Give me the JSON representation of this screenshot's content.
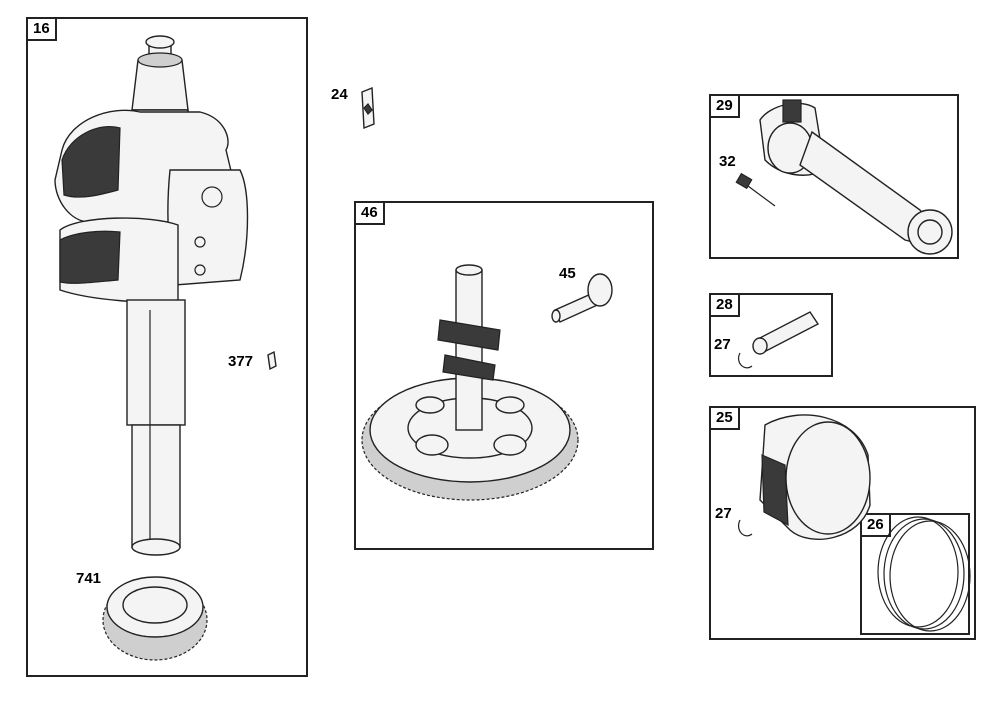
{
  "callouts": {
    "crankshaft_box": "16",
    "key_24": "24",
    "key_377": "377",
    "gear_741": "741",
    "camshaft_box": "46",
    "part_45": "45",
    "conrod_box": "29",
    "bolt_32": "32",
    "pin_box": "28",
    "clip_27_a": "27",
    "piston_box": "25",
    "clip_27_b": "27",
    "rings_box": "26"
  }
}
